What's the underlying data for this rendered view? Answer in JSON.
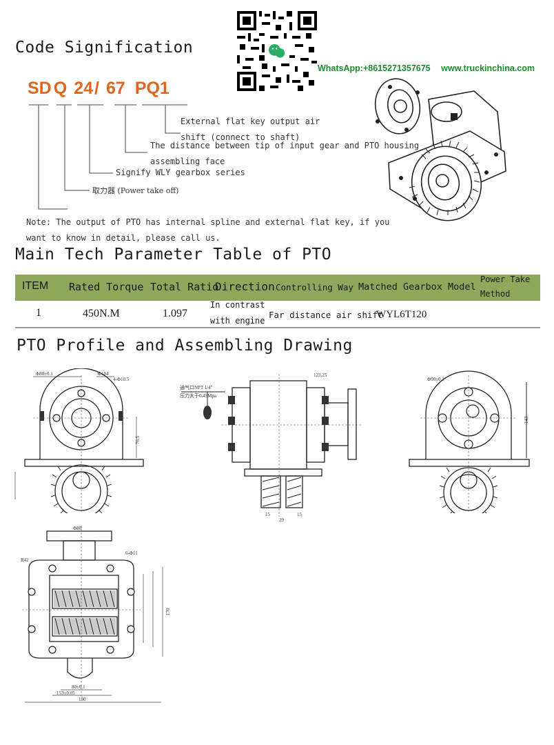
{
  "code_signification": {
    "heading": "Code Signification",
    "code_parts": [
      "SD",
      "Q",
      "24",
      "/",
      "67",
      "PQ1"
    ],
    "explanations": [
      "External flat key output air",
      "shift (connect to shaft)",
      "The distance between tip of input gear and PTO housing",
      "assembling face",
      "Signify WLY gearbox series",
      "取力器 (Power take off)"
    ],
    "note_line1": "Note: The output of PTO has internal spline and external flat key, if you",
    "note_line2": "want to know in detail, please call us."
  },
  "contact": {
    "whatsapp": "WhatsApp:+8615271357675",
    "website": "www.truckinchina.com"
  },
  "table": {
    "heading": "Main Tech Parameter Table of PTO",
    "headers": {
      "item": "ITEM",
      "rated_torque": "Rated Torque",
      "total_ratio": "Total Ratio",
      "direction": "Direction",
      "controlling_way": "Controlling Way",
      "matched_gearbox": "Matched Gearbox Model",
      "power_take_line1": "Power Take",
      "power_take_line2": "Method"
    },
    "row": {
      "item": "1",
      "rated_torque": "450N.M",
      "total_ratio": "1.097",
      "direction_line1": "In contrast",
      "direction_line2": "with engine",
      "controlling_way": "Far distance air shift",
      "matched_gearbox": "WYL6T120"
    }
  },
  "drawing": {
    "heading": "PTO Profile and Assembling Drawing"
  },
  "colors": {
    "code_orange": "#e0661e",
    "table_header_green": "#8ea85b",
    "contact_green": "#1a8a2a"
  }
}
